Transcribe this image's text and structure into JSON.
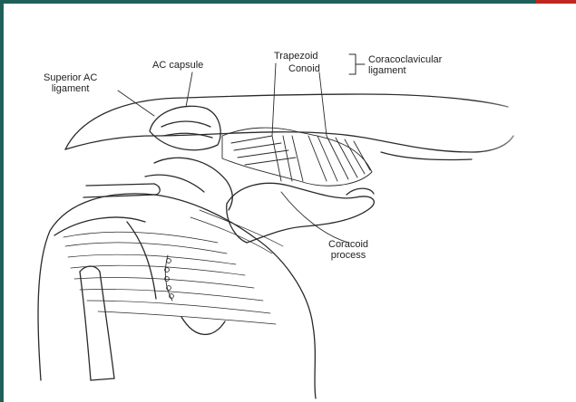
{
  "colors": {
    "frame_teal": "#1f5f59",
    "frame_red": "#c0271f",
    "ink": "#2a2a2a"
  },
  "labels": {
    "superior_ac_line1": "Superior AC",
    "superior_ac_line2": "ligament",
    "ac_capsule": "AC capsule",
    "trapezoid": "Trapezoid",
    "conoid": "Conoid",
    "coracoclavicular_line1": "Coracoclavicular",
    "coracoclavicular_line2": "ligament",
    "coracoid_line1": "Coracoid",
    "coracoid_line2": "process"
  }
}
